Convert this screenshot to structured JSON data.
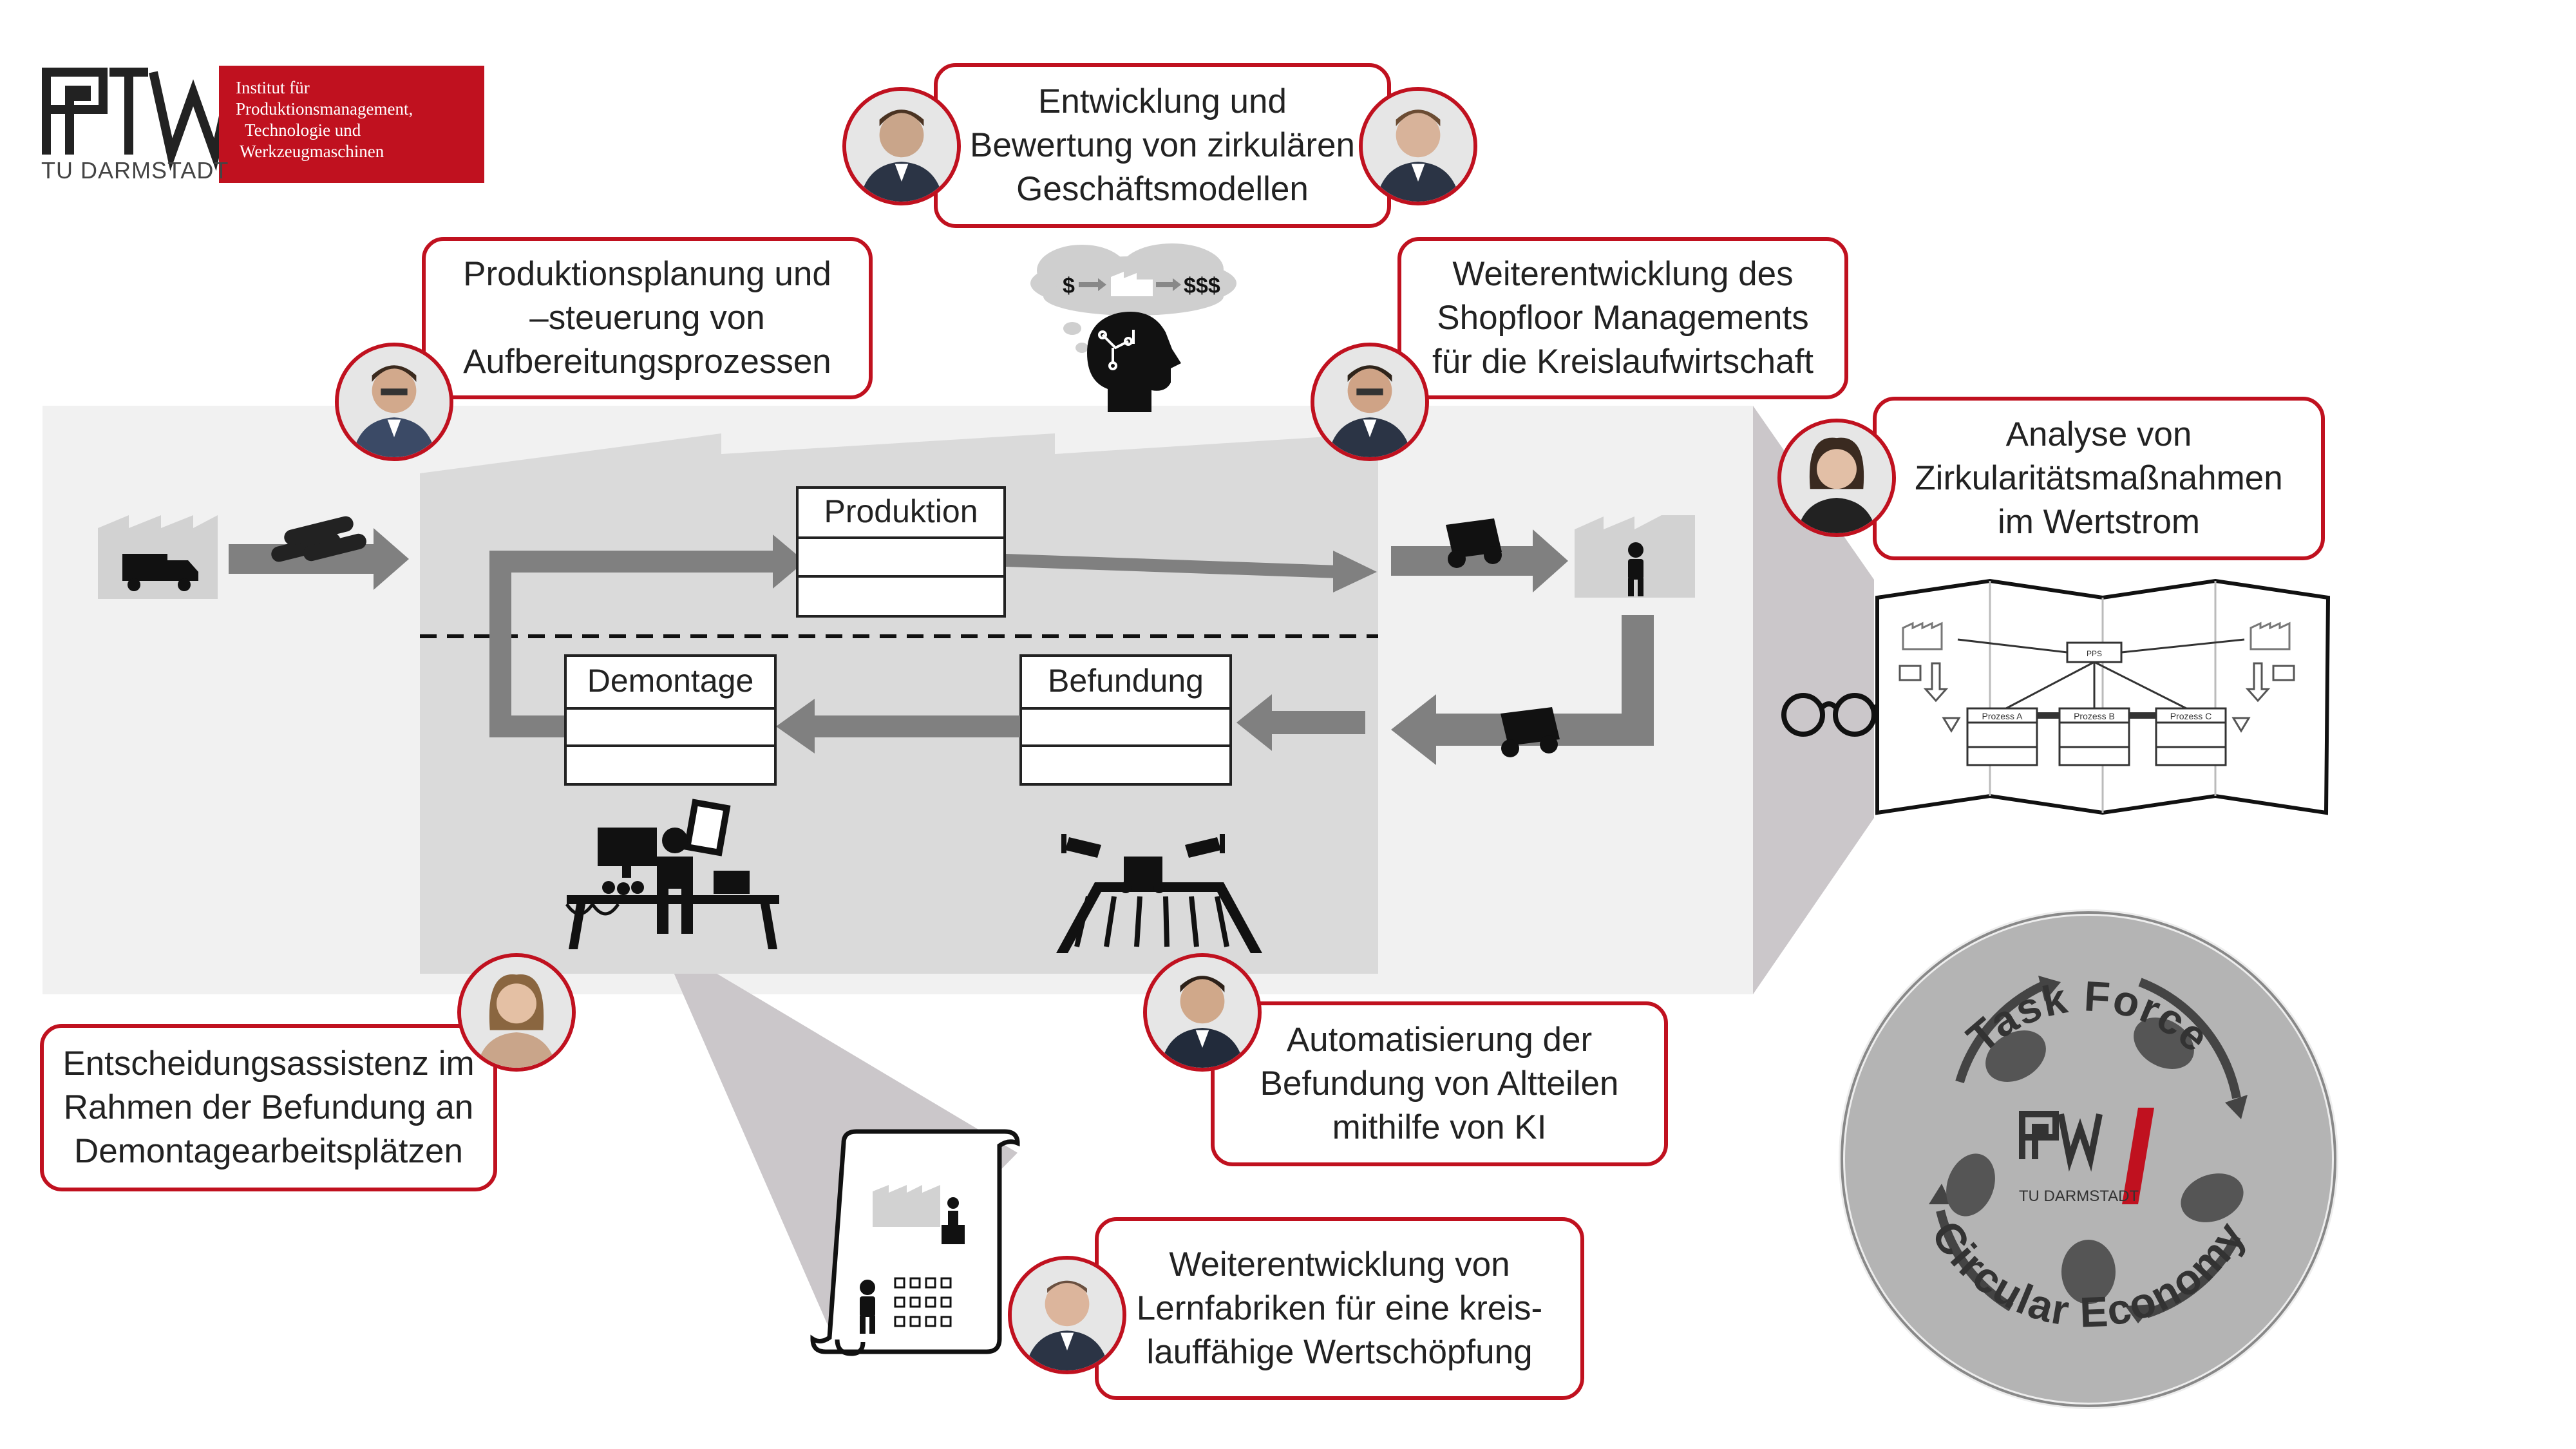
{
  "logo": {
    "institute_lines": [
      "Institut für",
      "Produktionsmanagement,",
      "Technologie und",
      "Werkzeugmaschinen"
    ],
    "university": "TU DARMSTADT"
  },
  "callouts": {
    "geschaeftsmodelle": [
      "Entwicklung und",
      "Bewertung von zirkulären",
      "Geschäftsmodellen"
    ],
    "pps": [
      "Produktionsplanung und",
      "–steuerung von",
      "Aufbereitungsprozessen"
    ],
    "shopfloor": [
      "Weiterentwicklung des",
      "Shopfloor Managements",
      "für die Kreislaufwirtschaft"
    ],
    "analyse": [
      "Analyse von",
      "Zirkularitätsmaßnahmen",
      "im Wertstrom"
    ],
    "entscheidung": [
      "Entscheidungsassistenz im",
      "Rahmen der Befundung an",
      "Demontagearbeitsplätzen"
    ],
    "automatisierung": [
      "Automatisierung der",
      "Befundung von Altteilen",
      "mithilfe von KI"
    ],
    "lernfabriken": [
      "Weiterentwicklung von",
      "Lernfabriken für eine kreis-",
      "lauffähige Wertschöpfung"
    ]
  },
  "process": {
    "produktion": "Produktion",
    "demontage": "Demontage",
    "befundung": "Befundung"
  },
  "money": {
    "low": "$",
    "high": "$$$"
  },
  "vsm": {
    "center": "PPS",
    "proc_a": "Prozess A",
    "proc_b": "Prozess B",
    "proc_c": "Prozess C"
  },
  "badge": {
    "top": "Task Force",
    "bottom": "Circular Economy",
    "university": "TU DARMSTADT"
  },
  "colors": {
    "accent": "#c0111f",
    "panel": "#f1f1f1",
    "factory": "#d9d9d9",
    "arrow": "#808080",
    "badge": "#b3b3b3"
  }
}
